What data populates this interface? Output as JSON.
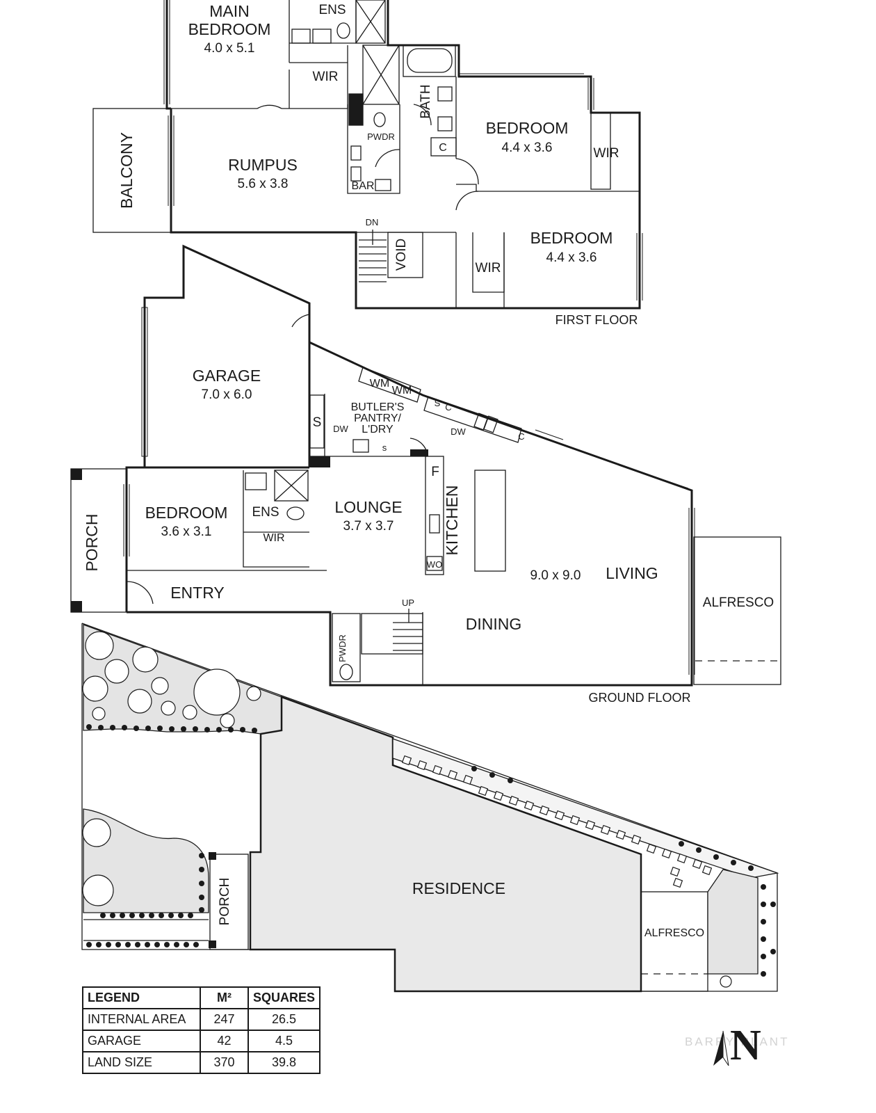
{
  "first_floor": {
    "caption": "FIRST FLOOR",
    "main_bedroom": {
      "name_line1": "MAIN",
      "name_line2": "BEDROOM",
      "size": "4.0 x 5.1"
    },
    "ens": "ENS",
    "wir_main": "WIR",
    "bath": "BATH",
    "balcony": "BALCONY",
    "rumpus": {
      "name": "RUMPUS",
      "size": "5.6 x 3.8"
    },
    "pwdr": "PWDR",
    "bar": "BAR",
    "c": "C",
    "bedroom_a": {
      "name": "BEDROOM",
      "size": "4.4 x 3.6"
    },
    "wir_a": "WIR",
    "bedroom_b": {
      "name": "BEDROOM",
      "size": "4.4 x 3.6"
    },
    "wir_b": "WIR",
    "dn": "DN",
    "void": "VOID"
  },
  "ground_floor": {
    "caption": "GROUND FLOOR",
    "garage": {
      "name": "GARAGE",
      "size": "7.0 x 6.0"
    },
    "wm1": "WM",
    "wm2": "WM",
    "s_small1": "S",
    "c1": "C",
    "butlers_line1": "BUTLER'S",
    "butlers_line2": "PANTRY/",
    "butlers_line3": "L'DRY",
    "s_big": "S",
    "dw1": "DW",
    "dw2": "DW",
    "s_small2": "s",
    "c2": "C",
    "porch": "PORCH",
    "bedroom": {
      "name": "BEDROOM",
      "size": "3.6 x 3.1"
    },
    "ens": "ENS",
    "wir": "WIR",
    "lounge": {
      "name": "LOUNGE",
      "size": "3.7 x 3.7"
    },
    "f": "F",
    "kitchen": "KITCHEN",
    "wo": "WO",
    "living_size": "9.0 x 9.0",
    "living": "LIVING",
    "entry": "ENTRY",
    "alfresco": "ALFRESCO",
    "up": "UP",
    "dining": "DINING",
    "pwdr": "PWDR"
  },
  "site": {
    "residence": "RESIDENCE",
    "porch": "PORCH",
    "alfresco": "ALFRESCO"
  },
  "legend": {
    "headers": [
      "LEGEND",
      "M²",
      "SQUARES"
    ],
    "rows": [
      {
        "label": "INTERNAL AREA",
        "m2": "247",
        "squares": "26.5"
      },
      {
        "label": "GARAGE",
        "m2": "42",
        "squares": "4.5"
      },
      {
        "label": "LAND SIZE",
        "m2": "370",
        "squares": "39.8"
      }
    ]
  },
  "compass": {
    "letter": "N"
  },
  "watermark": "BARRY PLANT"
}
